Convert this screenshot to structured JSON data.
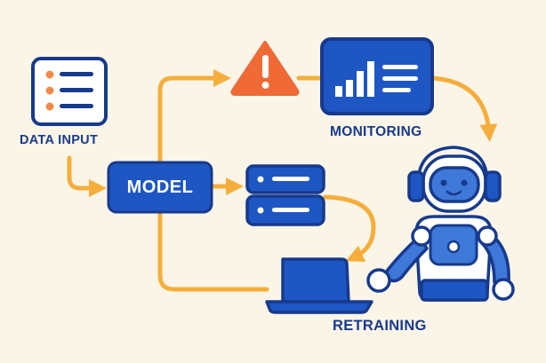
{
  "labels": {
    "data_input": "DATA INPUT",
    "model": "MODEL",
    "monitoring": "MONITORING",
    "retraining": "RETRAINING"
  },
  "icons": {
    "data_input": "list-document-icon",
    "warning": "warning-icon",
    "monitoring": "bar-chart-dashboard-icon",
    "database": "server-database-icon",
    "laptop": "laptop-icon",
    "robot": "robot-assistant-icon"
  },
  "colors": {
    "background": "#fbf5e8",
    "arrow": "#f5ae3c",
    "primary_blue": "#1e56c4",
    "dark_outline": "#173a8c",
    "warning": "#ef6a35",
    "accent_orange": "#f08a4b"
  }
}
